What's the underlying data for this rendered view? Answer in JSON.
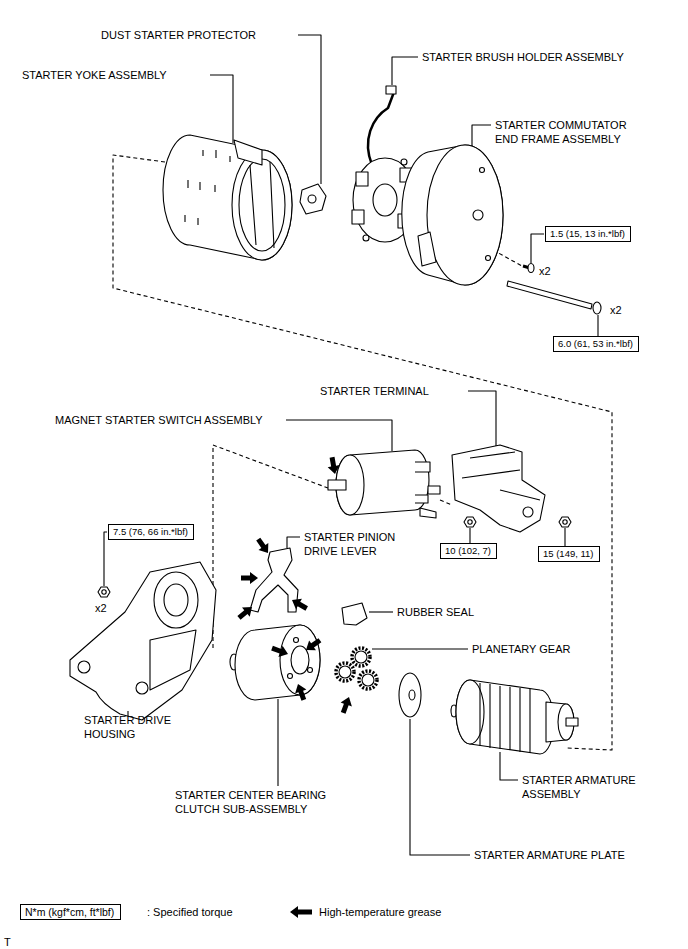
{
  "diagram": {
    "nodes": [
      {
        "text": [
          "1.5 (15, 13 in.*lbf)"
        ]
      },
      {
        "text": [
          "6.0 (61, 53 in.*lbf)"
        ]
      },
      {
        "text": [
          "7.5 (76, 66 in.*lbf)"
        ]
      },
      {
        "text": [
          "10 (102, 7)"
        ]
      },
      {
        "text": [
          "15 (149, 11)"
        ]
      },
      {
        "text": [
          "N*m (kgf*cm, ft*lbf)"
        ]
      }
    ],
    "labels": [
      "DUST STARTER PROTECTOR",
      "STARTER BRUSH HOLDER ASSEMBLY",
      "STARTER YOKE ASSEMBLY",
      "STARTER COMMUTATOR END FRAME ASSEMBLY",
      "x2",
      "x2",
      "STARTER TERMINAL",
      "MAGNET STARTER SWITCH ASSEMBLY",
      "STARTER PINION DRIVE LEVER",
      "x2",
      "RUBBER SEAL",
      "PLANETARY GEAR",
      "STARTER DRIVE HOUSING",
      "STARTER ARMATURE ASSEMBLY",
      "STARTER CENTER BEARING CLUTCH SUB-ASSEMBLY",
      "STARTER ARMATURE PLATE",
      "T"
    ],
    "legend": [
      {
        "text": ": Specified torque"
      },
      {
        "text": "High-temperature grease"
      }
    ]
  }
}
